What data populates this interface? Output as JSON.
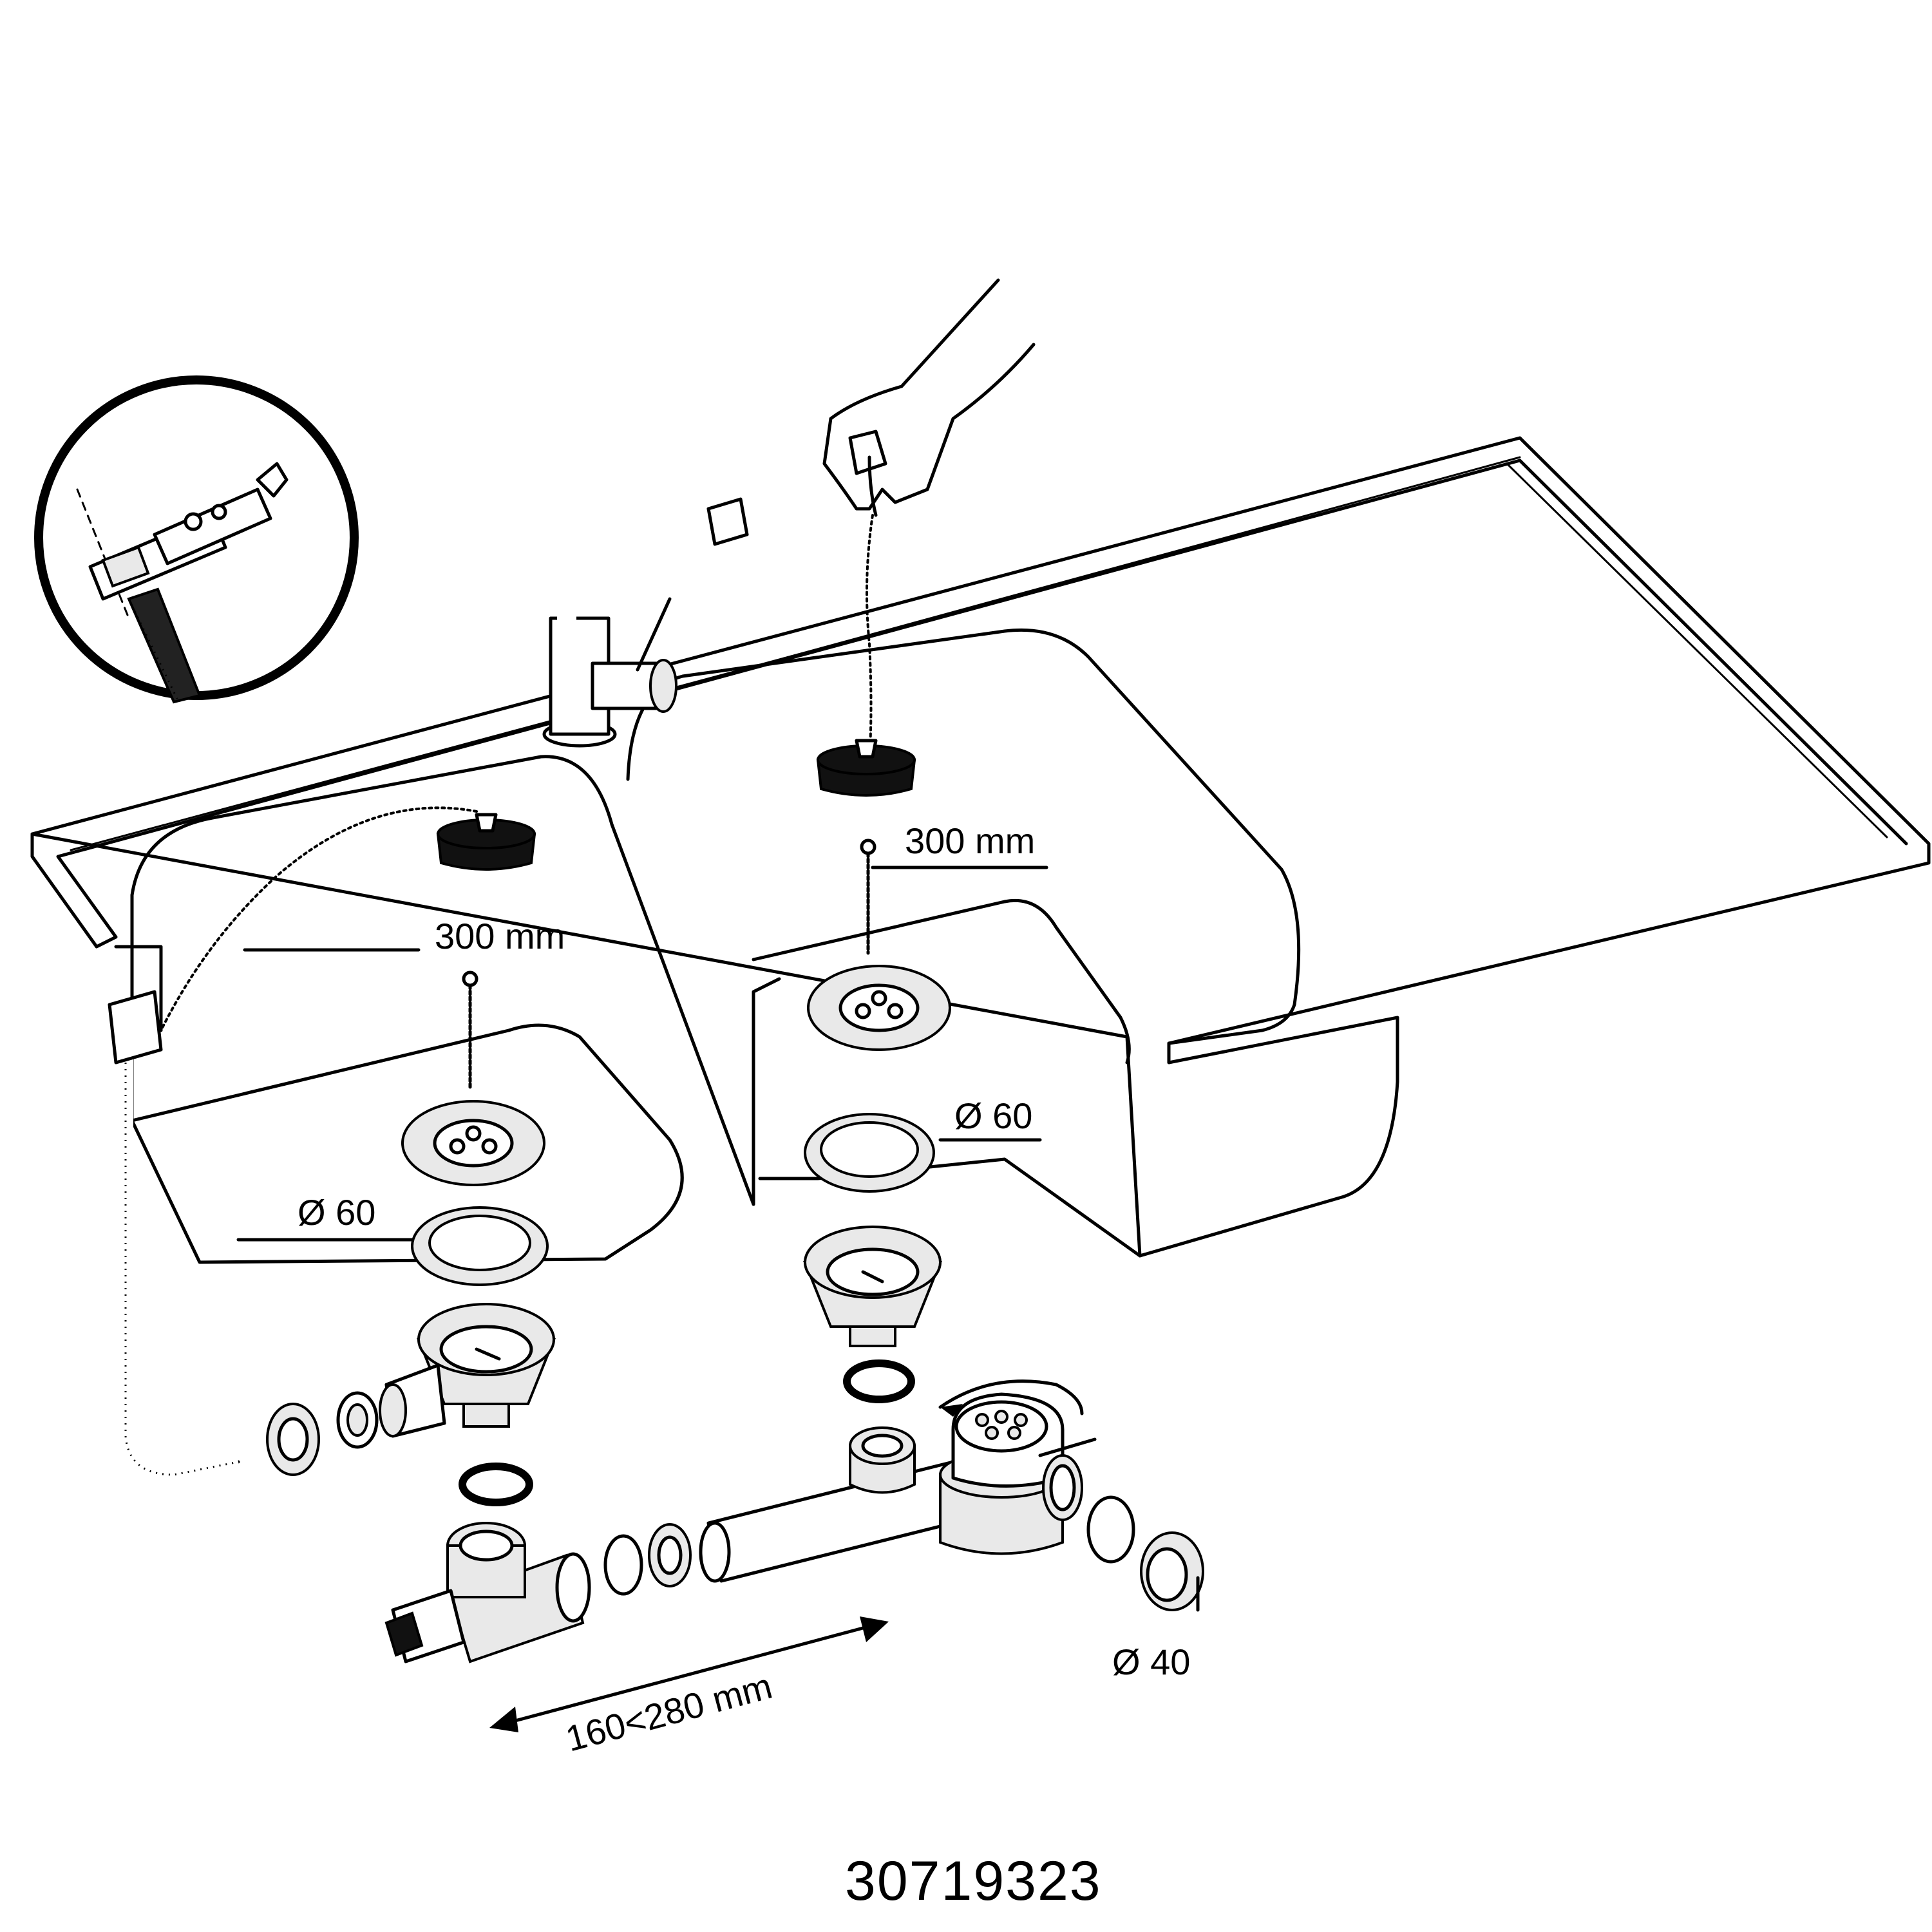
{
  "labels": {
    "chain_length_left": "300 mm",
    "chain_length_right": "300 mm",
    "diameter_left": "Ø 60",
    "diameter_right": "Ø 60",
    "diameter_outlet": "Ø 40",
    "pipe_range": "160<280 mm",
    "product_code": "30719323"
  }
}
